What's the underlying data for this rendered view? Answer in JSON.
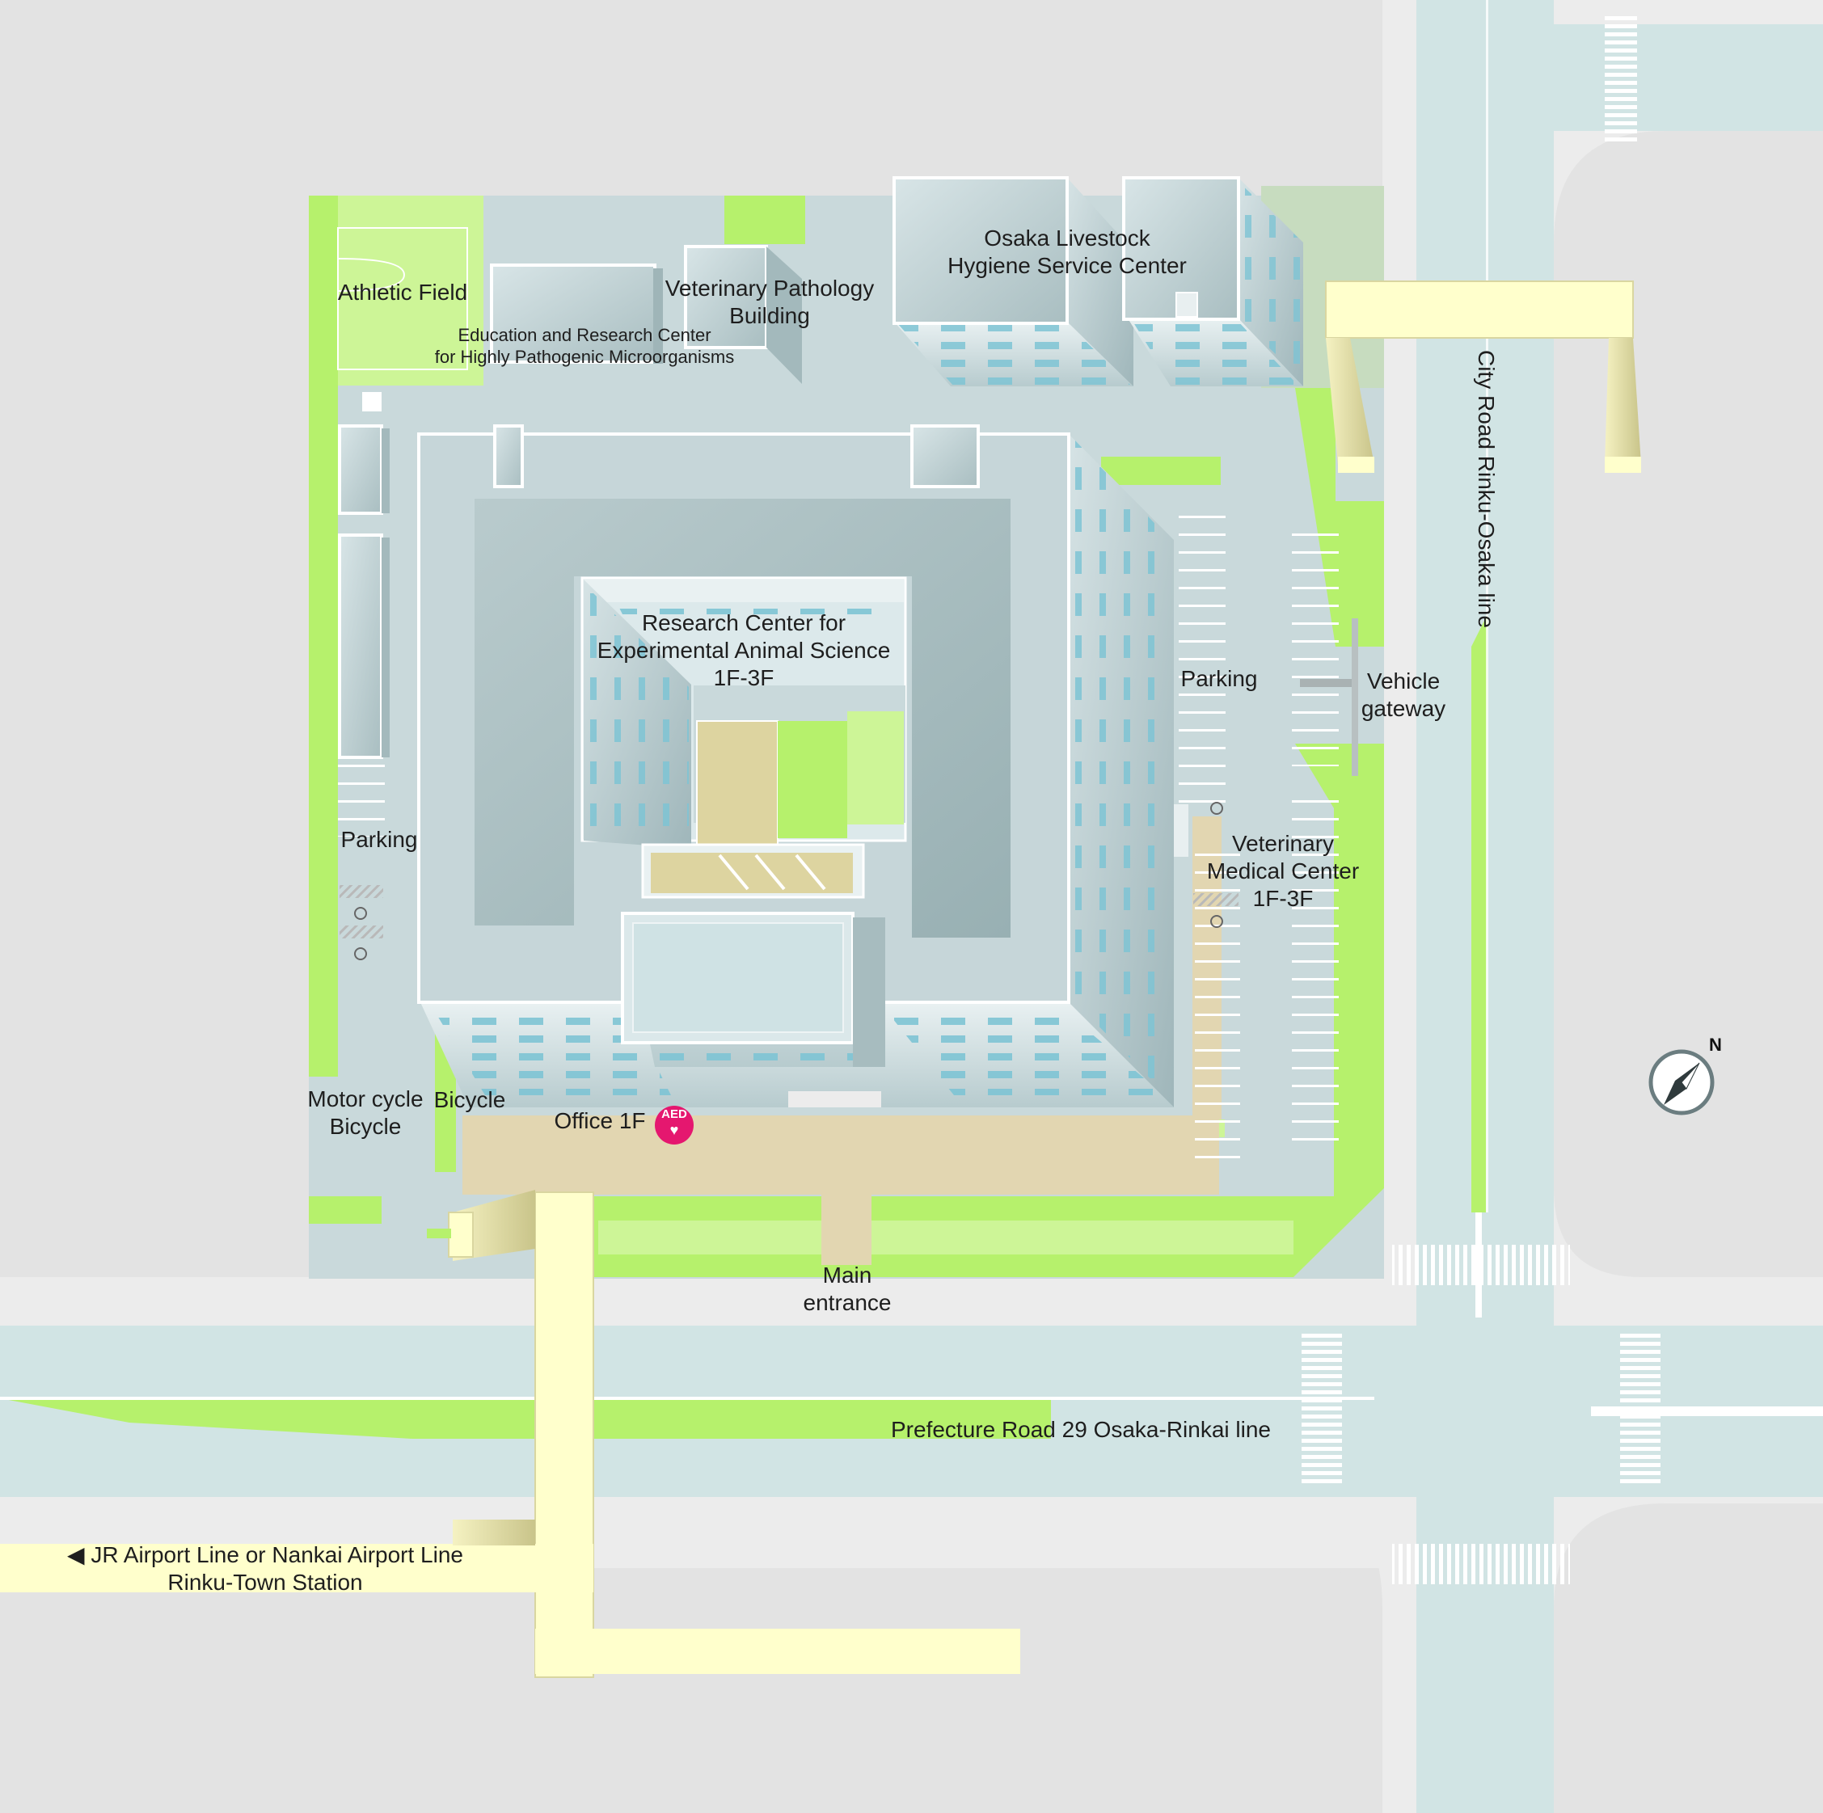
{
  "map": {
    "labels": {
      "athletic_field": "Athletic Field",
      "education_center": [
        "Education and Research Center",
        "for Highly Pathogenic Microorganisms"
      ],
      "vet_pathology": [
        "Veterinary Pathology",
        "Building"
      ],
      "livestock_center": [
        "Osaka Livestock",
        "Hygiene Service Center"
      ],
      "research_center": [
        "Research Center for",
        "Experimental Animal Science",
        "1F-3F"
      ],
      "parking_east": "Parking",
      "parking_west": "Parking",
      "vehicle_gateway": [
        "Vehicle",
        "gateway"
      ],
      "vet_medical_center": [
        "Veterinary",
        "Medical Center",
        "1F-3F"
      ],
      "motorcycle_bicycle": [
        "Motor cycle",
        "Bicycle"
      ],
      "bicycle": "Bicycle",
      "office": "Office 1F",
      "main_entrance": [
        "Main",
        "entrance"
      ],
      "prefecture_road": "Prefecture Road 29 Osaka-Rinkai line",
      "city_road": "City Road Rinku-Osaka line",
      "station": [
        "◀ JR Airport Line or Nankai Airport Line",
        "Rinku-Town Station"
      ],
      "aed": "AED",
      "north": "N"
    },
    "colors": {
      "background": "#e3e3e3",
      "road": "#d1e4e4",
      "sidewalk": "#ececec",
      "green": "#b6f16c",
      "light_green": "#cdf597",
      "campus_ground": "#c9d9db",
      "building_roof": "#c6d6d9",
      "building_dark": "#a7bbbe",
      "walkway": "#ffffcc",
      "plaza": "#e2d6b1",
      "aed": "#e5176f"
    },
    "icons": [
      "aed-icon",
      "compass-icon",
      "wheelchair-icon"
    ]
  }
}
